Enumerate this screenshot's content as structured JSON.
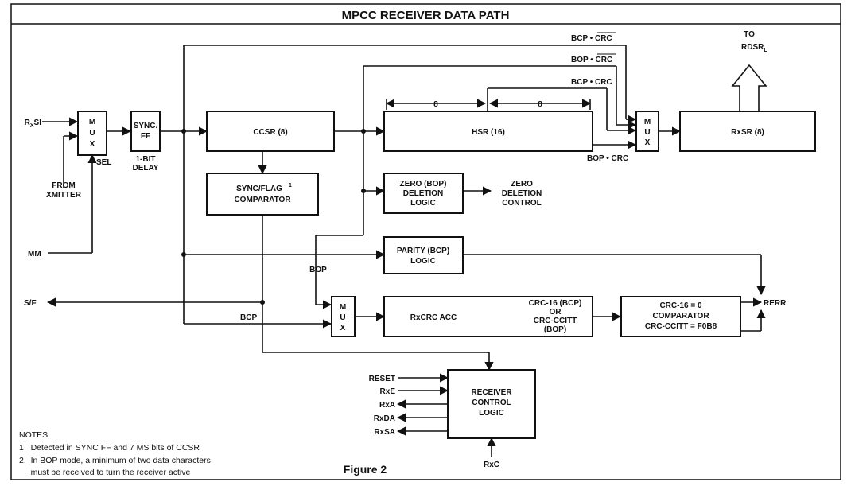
{
  "title": "MPCC RECEIVER DATA PATH",
  "figure_caption": "Figure 2",
  "blocks": {
    "mux1": [
      "M",
      "U",
      "X"
    ],
    "sync_ff": [
      "SYNC.",
      "FF"
    ],
    "ccsr": "CCSR (8)",
    "sync_flag": [
      "SYNC/FLAG",
      "COMPARATOR"
    ],
    "sync_flag_sup": "1",
    "hsr": "HSR (16)",
    "mux2": [
      "M",
      "U",
      "X"
    ],
    "rxsr": "RxSR (8)",
    "zero_deletion": [
      "ZERO (BOP)",
      "DELETION",
      "LOGIC"
    ],
    "parity": [
      "PARITY (BCP)",
      "LOGIC"
    ],
    "mux3": [
      "M",
      "U",
      "X"
    ],
    "rxcrc_acc": "RxCRC ACC",
    "rxcrc_mode": [
      "CRC-16 (BCP)",
      "OR",
      "CRC-CCITT",
      "(BOP)"
    ],
    "crc_comparator": [
      "CRC-16 = 0",
      "COMPARATOR",
      "CRC-CCITT = F0B8"
    ],
    "receiver_control": [
      "RECEIVER",
      "CONTROL",
      "LOGIC"
    ]
  },
  "labels": {
    "rxsi_main": "R",
    "rxsi_sub": "X",
    "rxsi_tail": "SI",
    "sel": "SEL",
    "from_xmitter": [
      "FROM",
      "XMITTER"
    ],
    "one_bit_delay": [
      "1-BIT",
      "DELAY"
    ],
    "mm": "MM",
    "sf": "S/F",
    "bcp": "BCP",
    "bop": "BOP",
    "bcp_not_crc": "BCP • CRC",
    "bop_not_crc": "BOP • CRC",
    "bcp_crc": "BCP • CRC",
    "bop_crc": "BOP • CRC",
    "to_rdsr": [
      "TO",
      "RDSR"
    ],
    "to_rdsr_sub": "L",
    "eight_left": "8",
    "eight_right": "8",
    "zero_deletion_control": [
      "ZERO",
      "DELETION",
      "CONTROL"
    ],
    "rerr": "RERR",
    "reset": "RESET",
    "rxe": "RxE",
    "rxa": "RxA",
    "rxda": "RxDA",
    "rxsa": "RxSA",
    "rxc": "RxC"
  },
  "notes": {
    "heading": "NOTES",
    "items": [
      "1   Detected in SYNC FF and 7 MS bits of CCSR",
      "2.  In BOP mode, a minimum of two data characters",
      "     must be received to turn the receiver active"
    ]
  }
}
